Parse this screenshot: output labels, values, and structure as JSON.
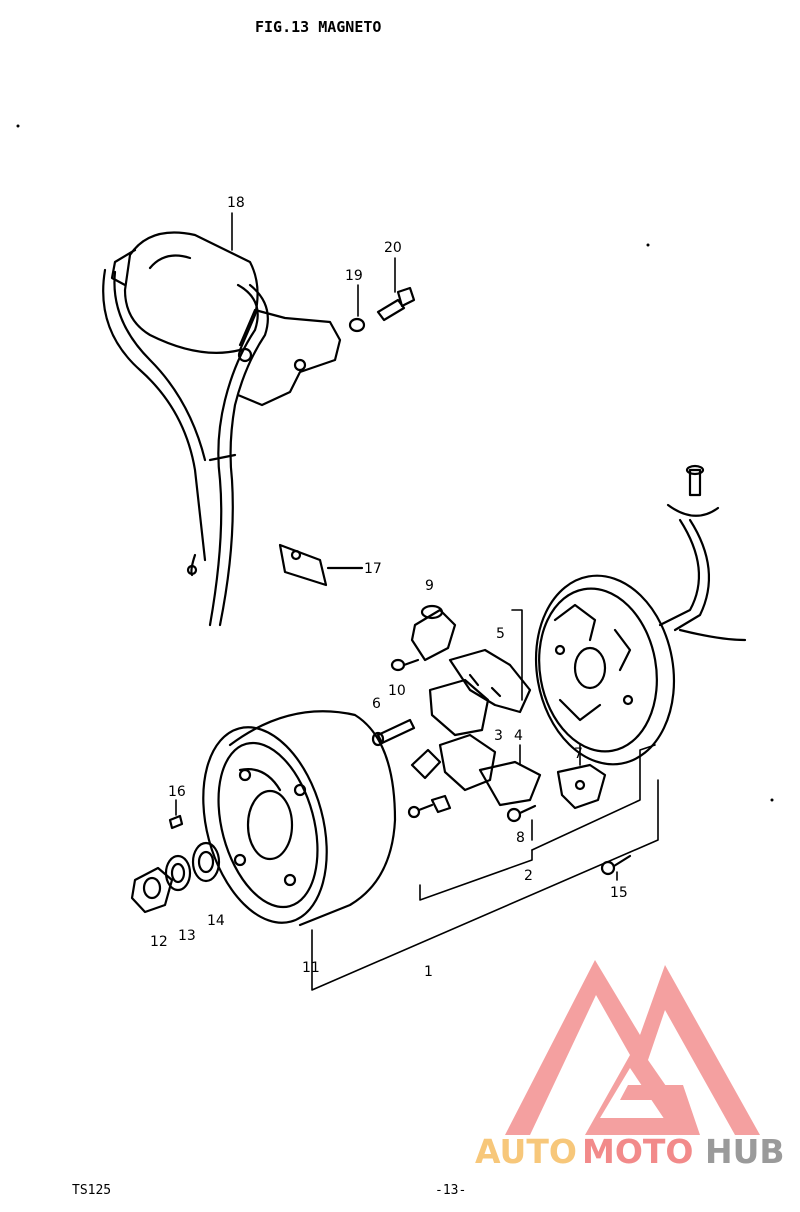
{
  "header": {
    "title": "FIG.13  MAGNETO"
  },
  "footer": {
    "model": "TS125",
    "page": "-13-"
  },
  "callouts": {
    "c1": "1",
    "c2": "2",
    "c3": "3",
    "c4": "4",
    "c5": "5",
    "c6": "6",
    "c7": "7",
    "c8": "8",
    "c9": "9",
    "c10": "10",
    "c11": "11",
    "c12": "12",
    "c13": "13",
    "c14": "14",
    "c15": "15",
    "c16": "16",
    "c17": "17",
    "c18": "18",
    "c19": "19",
    "c20": "20"
  },
  "watermark": {
    "part1": "AUTO",
    "part2": "MOTO",
    "part3": "HUB",
    "colors": {
      "auto": "#f7c77a",
      "moto": "#f28a8a",
      "hub": "#9a9a9a",
      "mark": "#f08080"
    }
  }
}
